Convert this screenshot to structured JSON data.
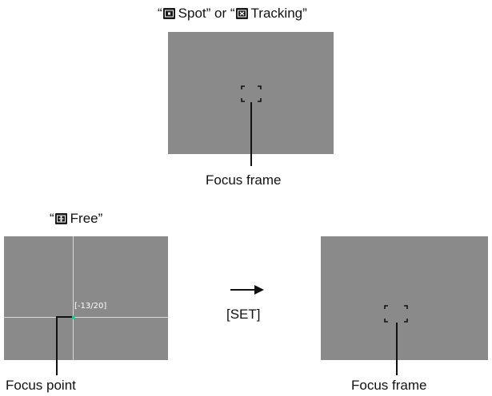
{
  "top_section": {
    "caption": {
      "open_quote": "“",
      "spot_label": "Spot",
      "connector": "” or “",
      "tracking_label": "Tracking",
      "close_quote": "”"
    },
    "icons": {
      "spot": "spot-af-icon",
      "tracking": "tracking-af-icon"
    },
    "label": "Focus frame"
  },
  "free_section": {
    "caption": {
      "open_quote": "“",
      "free_label": "Free",
      "close_quote": "”"
    },
    "icons": {
      "free": "free-af-icon"
    },
    "coordinate_readout": "[-13/20]",
    "label": "Focus point"
  },
  "transition": {
    "button_label": "[SET]",
    "arrow_icon": "right-arrow-icon"
  },
  "result_section": {
    "label": "Focus frame"
  },
  "colors": {
    "screen": "#8a8a8a",
    "frame_marks": "#111111",
    "crosshair": "#d9d9d9",
    "focus_point": "#19c98a",
    "text": "#111111"
  }
}
